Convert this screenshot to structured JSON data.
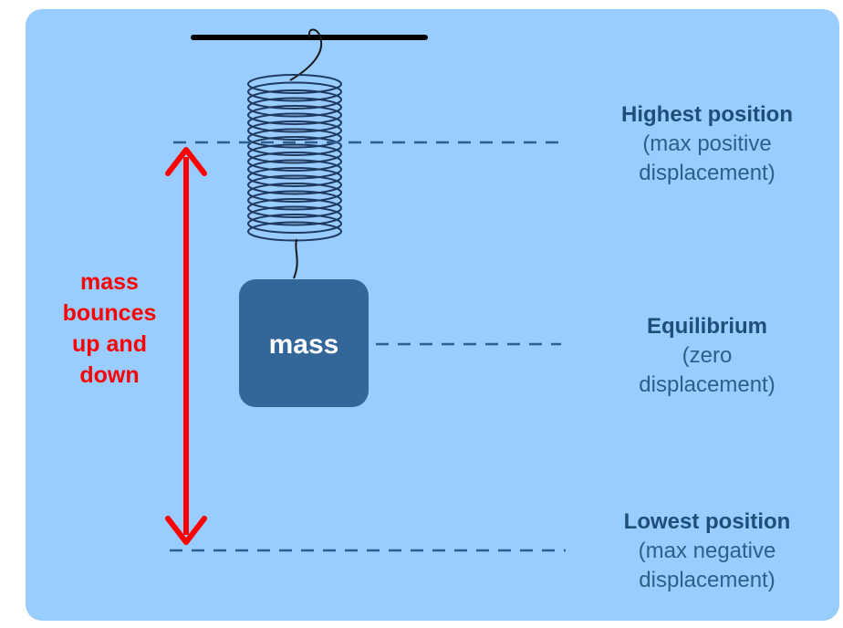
{
  "diagram": {
    "mass_label": "mass",
    "motion_label": [
      "mass",
      "bounces",
      "up and",
      "down"
    ],
    "positions": [
      {
        "title": "Highest position",
        "desc": [
          "(max positive",
          "displacement)"
        ]
      },
      {
        "title": "Equilibrium",
        "desc": [
          "(zero",
          "displacement)"
        ]
      },
      {
        "title": "Lowest position",
        "desc": [
          "(max negative",
          "displacement)"
        ]
      }
    ],
    "colors": {
      "background": "#99ccff",
      "mass": "#336699",
      "arrow": "#ff0000",
      "spring": "#1f3a5f",
      "text": "#1f4e79"
    }
  }
}
